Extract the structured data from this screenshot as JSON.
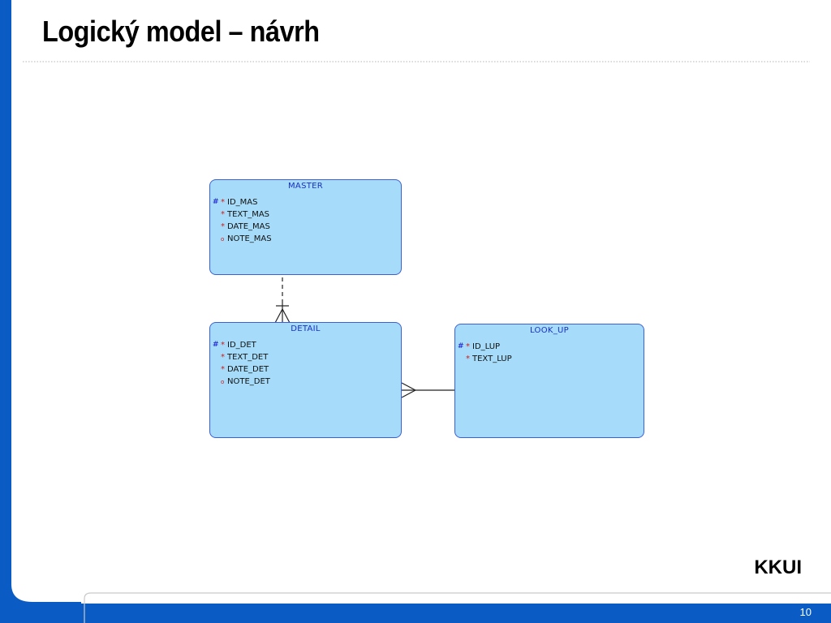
{
  "slide": {
    "title": "Logický model – návrh",
    "brand": "KKUI",
    "page_number": "10",
    "colors": {
      "sidebar_blue": "#0a5cc4",
      "footer_blue": "#0a5cc4",
      "entity_fill": "#a6dcf9",
      "entity_border": "#3a5fd8",
      "entity_title": "#1a2fc4"
    }
  },
  "diagram": {
    "entities": {
      "master": {
        "name": "MASTER",
        "attributes": [
          {
            "pk": "#",
            "req": "*",
            "name": "ID_MAS"
          },
          {
            "pk": "",
            "req": "*",
            "name": "TEXT_MAS"
          },
          {
            "pk": "",
            "req": "*",
            "name": "DATE_MAS"
          },
          {
            "pk": "",
            "opt": "o",
            "name": "NOTE_MAS"
          }
        ]
      },
      "detail": {
        "name": "DETAIL",
        "attributes": [
          {
            "pk": "#",
            "req": "*",
            "name": "ID_DET"
          },
          {
            "pk": "",
            "req": "*",
            "name": "TEXT_DET"
          },
          {
            "pk": "",
            "req": "*",
            "name": "DATE_DET"
          },
          {
            "pk": "",
            "opt": "o",
            "name": "NOTE_DET"
          }
        ]
      },
      "lookup": {
        "name": "LOOK_UP",
        "attributes": [
          {
            "pk": "#",
            "req": "*",
            "name": "ID_LUP"
          },
          {
            "pk": "",
            "req": "*",
            "name": "TEXT_LUP"
          }
        ]
      }
    },
    "relationships": [
      {
        "from": "master",
        "to": "detail",
        "type": "identifying",
        "line": "dashed",
        "to_end": "crow-foot-with-bar"
      },
      {
        "from": "lookup",
        "to": "detail",
        "type": "non-identifying",
        "line": "solid",
        "to_end": "crow-foot"
      }
    ]
  }
}
